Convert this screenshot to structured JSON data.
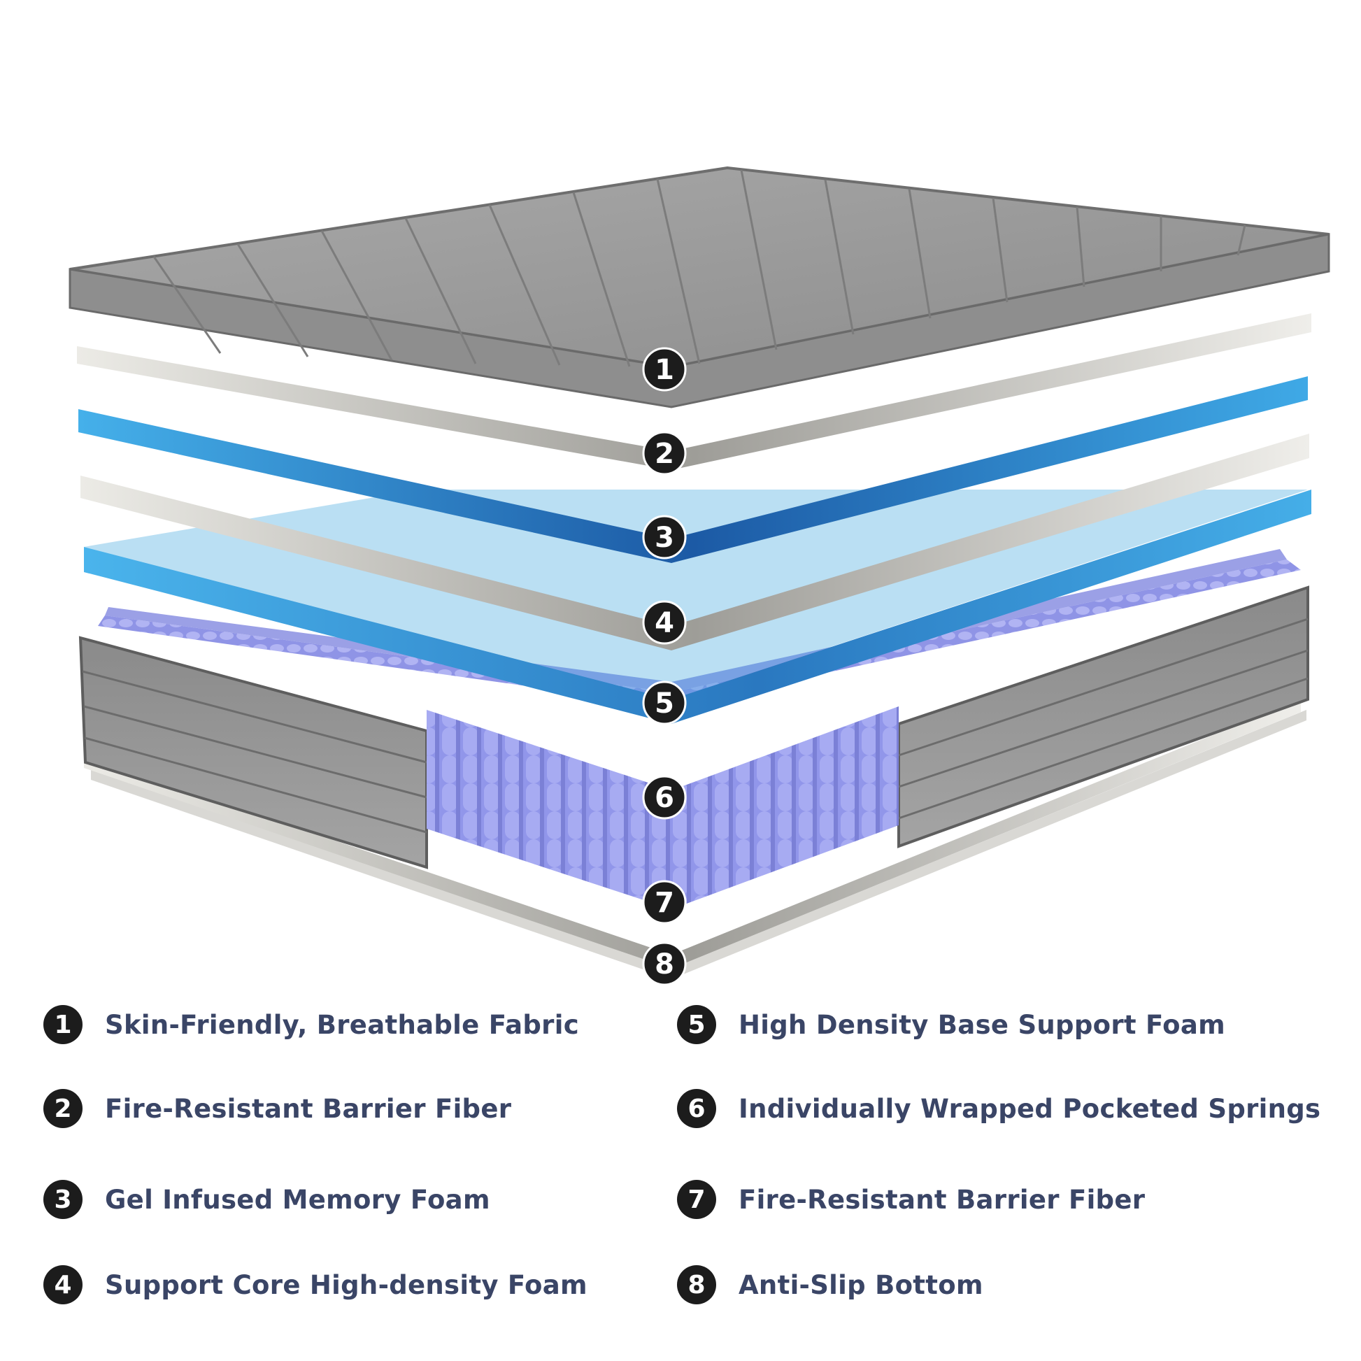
{
  "layers": [
    {
      "number": "1",
      "label": "Skin-Friendly, Breathable Fabric"
    },
    {
      "number": "2",
      "label": "Fire-Resistant Barrier Fiber"
    },
    {
      "number": "3",
      "label": "Gel Infused Memory Foam"
    },
    {
      "number": "4",
      "label": "Support Core High-density Foam"
    },
    {
      "number": "5",
      "label": "High Density Base Support Foam"
    },
    {
      "number": "6",
      "label": "Individually Wrapped Pocketed Springs"
    },
    {
      "number": "7",
      "label": "Fire-Resistant Barrier Fiber"
    },
    {
      "number": "8",
      "label": "Anti-Slip Bottom"
    }
  ],
  "colors": {
    "fabric": "#9a9a9a",
    "fabric_edge": "#6e6e6e",
    "fiber": "#e6e3dc",
    "gel_foam": "#3a9fdc",
    "gel_foam_dark": "#1a5fa8",
    "springs": "#8e93e8",
    "badge": "#1c1c1c",
    "label_text": "#3a4566"
  }
}
